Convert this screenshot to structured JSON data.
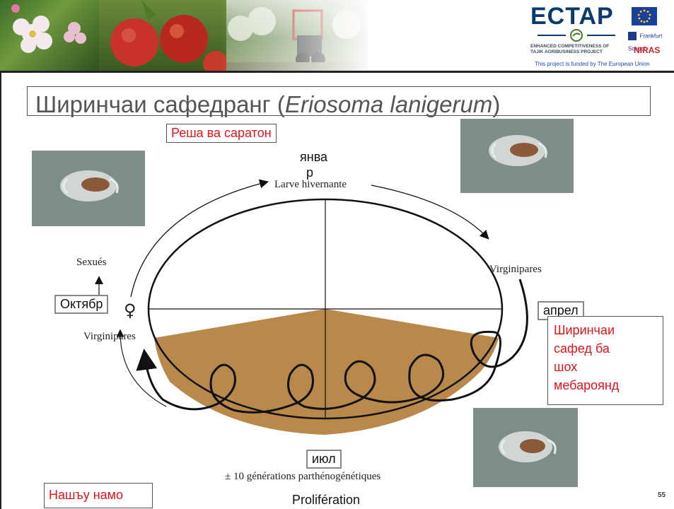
{
  "header": {
    "logo_title": "ECTAP",
    "logo_subtitle": "ENHANCED COMPETITIVENESS OF TAJIK AGRIBUSINESS PROJECT",
    "funded_by": "This project is funded by The European Union",
    "partner_school": "Frankfurt School",
    "partner_company": "NIRAS"
  },
  "slide": {
    "title_prefix": "Ширинчаи сафедранг (",
    "title_species": "Eriosoma lanigerum",
    "title_suffix": ")",
    "page_number": "55"
  },
  "labels": {
    "resha": "Реша ва саратон",
    "january_1": "янва",
    "january_2": "р",
    "october": "Октябр",
    "april": "апрел",
    "spread_1": "Ширинчаи",
    "spread_2": "сафед ба",
    "spread_3": "шох",
    "spread_4": "мебароянд",
    "july": "июл",
    "nashu": "Нашъу намо",
    "proliferation": "Prolifération"
  },
  "diagram": {
    "larve": "Larve hivernante",
    "virginipares_right": "Virginipares",
    "virginipares_left": "Virginipares",
    "sexues": "Sexués",
    "female_symbol": "♀",
    "generations": "± 10 générations parthénogénétiques",
    "ground_color": "#b8894b"
  }
}
